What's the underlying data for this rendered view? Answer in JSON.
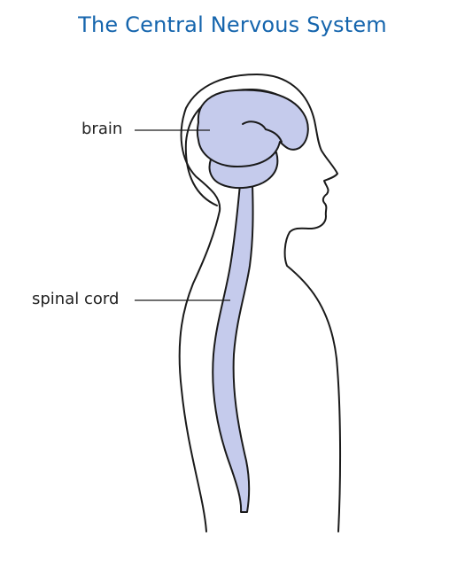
{
  "diagram": {
    "title": "The Central Nervous System",
    "labels": {
      "brain": "brain",
      "spinal_cord": "spinal cord"
    },
    "colors": {
      "title": "#1565ad",
      "organ_fill": "#c5cbec",
      "outline": "#1a1a1a",
      "label_text": "#222222"
    }
  }
}
